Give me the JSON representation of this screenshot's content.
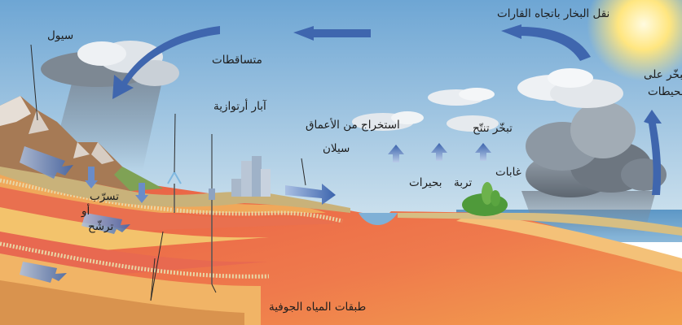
{
  "labels": {
    "transport": "نقل البخار باتجاه القارات",
    "evaporation": "تبخّر على سطح المحيطات",
    "evaporation_line1": "تبخّر على",
    "evaporation_line2": "سطح المحيطات",
    "precipitation": "متساقطات",
    "runoff": "سيول",
    "artesian": "آبار أرتوازية",
    "deep_extraction": "استخراج من الأعماق",
    "flow": "سيلان",
    "transpiration": "تبخّر تنتّح",
    "forests": "غابات",
    "soil": "تربة",
    "lakes": "بحيرات",
    "infiltration_line1": "تسرّب",
    "infiltration_line2": "أو",
    "infiltration_line3": "ترشّح",
    "aquifers": "طبقات المياه الجوفية"
  },
  "colors": {
    "sky_top": "#6ea6d4",
    "sky_bottom": "#cfe3ef",
    "sea": "#5c97c6",
    "land": "#c9b27a",
    "crust": "#e8664a",
    "arrow": "#4a72b8",
    "sun": "#ffdd55"
  }
}
